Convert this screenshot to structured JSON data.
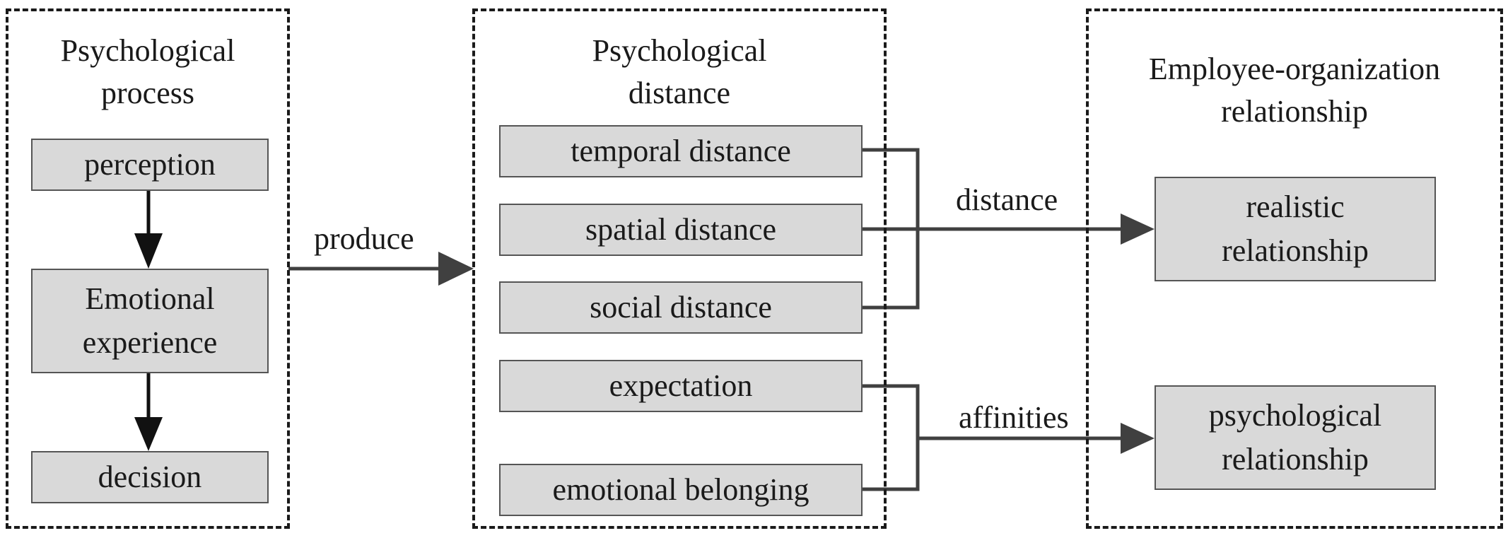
{
  "groups": {
    "process": {
      "title_line1": "Psychological",
      "title_line2": "process"
    },
    "distance": {
      "title_line1": "Psychological",
      "title_line2": "distance"
    },
    "relationship": {
      "title_line1": "Employee-organization",
      "title_line2": "relationship"
    }
  },
  "process_nodes": {
    "perception": "perception",
    "emotional_line1": "Emotional",
    "emotional_line2": "experience",
    "decision": "decision"
  },
  "distance_nodes": {
    "temporal": "temporal distance",
    "spatial": "spatial distance",
    "social": "social distance",
    "expectation": "expectation",
    "belonging": "emotional belonging"
  },
  "relationship_nodes": {
    "realistic_line1": "realistic",
    "realistic_line2": "relationship",
    "psychological_line1": "psychological",
    "psychological_line2": "relationship"
  },
  "edge_labels": {
    "produce": "produce",
    "distance": "distance",
    "affinities": "affinities"
  },
  "colors": {
    "box_fill": "#d9d9d9",
    "line": "#404040",
    "border": "#1a1a1a"
  }
}
